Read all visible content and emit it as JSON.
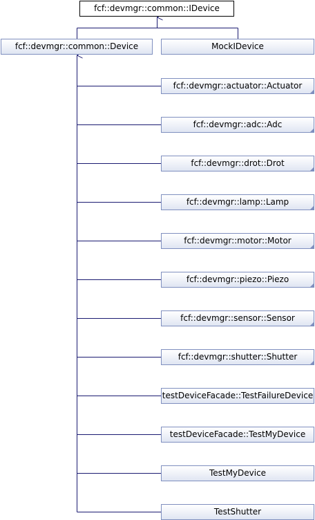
{
  "colors": {
    "edge": "#191970",
    "node_border": "#7f8fbf",
    "node_fill_top": "#ffffff",
    "node_fill_bottom": "#dfe5f2",
    "root_border": "#000000"
  },
  "root": {
    "label": "fcf::devmgr::common::IDevice"
  },
  "level1": [
    {
      "label": "fcf::devmgr::common::Device"
    },
    {
      "label": "MockIDevice"
    }
  ],
  "children": [
    {
      "label": "fcf::devmgr::actuator::Actuator",
      "has_more": true
    },
    {
      "label": "fcf::devmgr::adc::Adc",
      "has_more": true
    },
    {
      "label": "fcf::devmgr::drot::Drot",
      "has_more": true
    },
    {
      "label": "fcf::devmgr::lamp::Lamp",
      "has_more": true
    },
    {
      "label": "fcf::devmgr::motor::Motor",
      "has_more": true
    },
    {
      "label": "fcf::devmgr::piezo::Piezo",
      "has_more": true
    },
    {
      "label": "fcf::devmgr::sensor::Sensor",
      "has_more": true
    },
    {
      "label": "fcf::devmgr::shutter::Shutter",
      "has_more": true
    },
    {
      "label": "testDeviceFacade::TestFailureDevice",
      "has_more": false
    },
    {
      "label": "testDeviceFacade::TestMyDevice",
      "has_more": false
    },
    {
      "label": "TestMyDevice",
      "has_more": false
    },
    {
      "label": "TestShutter",
      "has_more": false
    }
  ]
}
